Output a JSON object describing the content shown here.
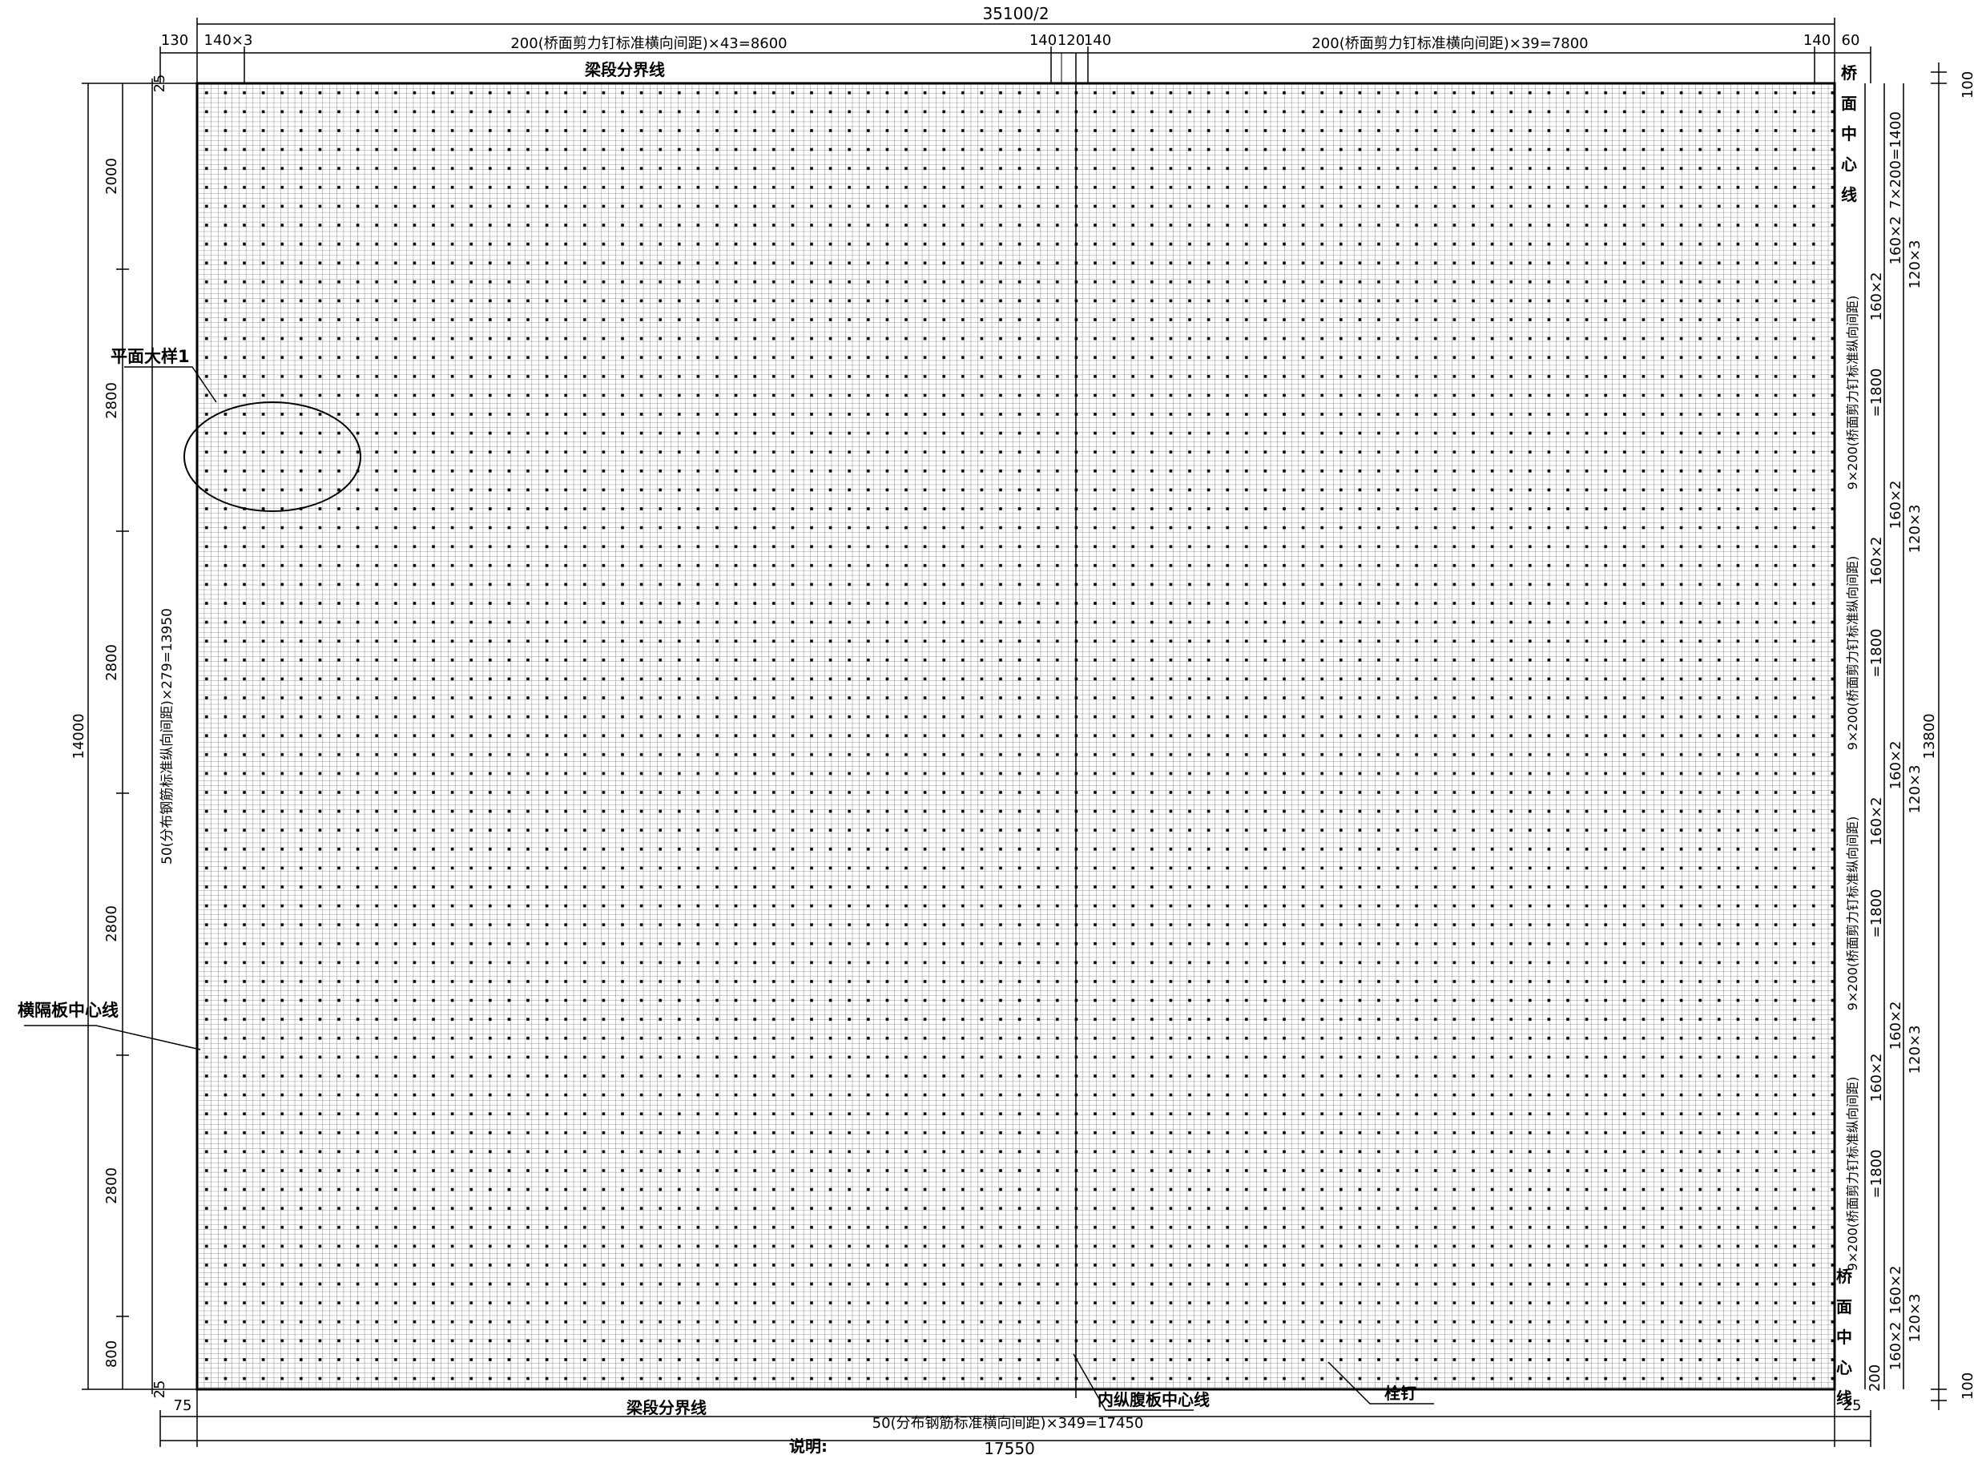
{
  "drawing": {
    "top_total": "35100/2",
    "top_dims": {
      "left_margin": "130",
      "left_group": "140×3",
      "left_span": "200(桥面剪力钉标准横向间距)×43=8600",
      "mid_a": "140",
      "mid_b": "120",
      "mid_c": "140",
      "right_span": "200(桥面剪力钉标准横向间距)×39=7800",
      "right_end": "140",
      "right_margin": "60"
    },
    "left_dims": {
      "top_edge": "25",
      "segments": [
        "2000",
        "2800",
        "2800",
        "2800",
        "2800",
        "800"
      ],
      "bottom_edge": "25",
      "total": "14000",
      "rebar_spacing": "50(分布钢筋标准纵向间距)×279=13950"
    },
    "right_dims": {
      "top_edge": "100",
      "total": "13800",
      "bottom_edge": "100",
      "bottom_small": "200",
      "first_group": "7×200=1400",
      "paired_a": "160×2",
      "paired_b": "120×3",
      "group_spacing": "9×200(桥面剪力钉标准纵向间距)",
      "group_total": "=1800"
    },
    "bottom_dims": {
      "left_edge": "75",
      "right_edge": "25",
      "rebar_span": "50(分布钢筋标准横向间距)×349=17450",
      "total": "17550"
    },
    "labels": {
      "segment_boundary_top": "梁段分界线",
      "segment_boundary_bottom": "梁段分界线",
      "bridge_centerline_top": [
        "桥",
        "面",
        "中",
        "心",
        "线"
      ],
      "bridge_centerline_bottom": [
        "桥",
        "面",
        "中",
        "心",
        "线"
      ],
      "detail_callout": "平面大样1",
      "diaphragm_centerline": "横隔板中心线",
      "web_centerline": "内纵腹板中心线",
      "stud": "栓钉",
      "notes": "说明:"
    }
  }
}
